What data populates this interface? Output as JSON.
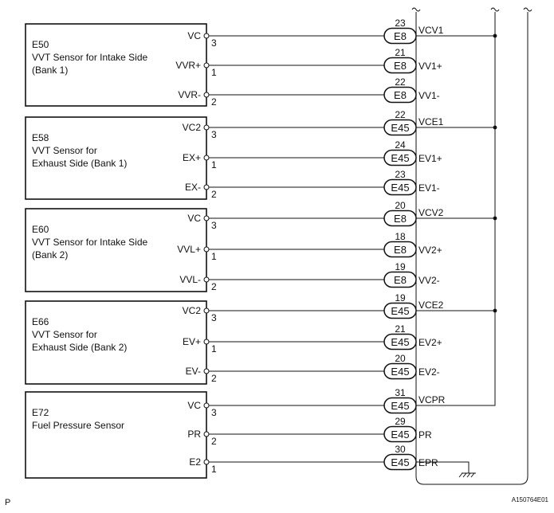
{
  "sensors": [
    {
      "code": "E50",
      "name_lines": [
        "VVT Sensor for Intake Side",
        "(Bank 1)"
      ]
    },
    {
      "code": "E58",
      "name_lines": [
        "VVT Sensor for",
        "Exhaust Side (Bank 1)"
      ]
    },
    {
      "code": "E60",
      "name_lines": [
        "VVT Sensor for Intake Side",
        "(Bank 2)"
      ]
    },
    {
      "code": "E66",
      "name_lines": [
        "VVT Sensor for",
        "Exhaust Side (Bank 2)"
      ]
    },
    {
      "code": "E72",
      "name_lines": [
        "Fuel Pressure Sensor"
      ]
    }
  ],
  "wires": [
    {
      "sensor": 0,
      "terminal": "VC",
      "pin": "3",
      "connector": "E8",
      "ecu_pin": "23",
      "signal": "VCV1"
    },
    {
      "sensor": 0,
      "terminal": "VVR+",
      "pin": "1",
      "connector": "E8",
      "ecu_pin": "21",
      "signal": "VV1+"
    },
    {
      "sensor": 0,
      "terminal": "VVR-",
      "pin": "2",
      "connector": "E8",
      "ecu_pin": "22",
      "signal": "VV1-"
    },
    {
      "sensor": 1,
      "terminal": "VC2",
      "pin": "3",
      "connector": "E45",
      "ecu_pin": "22",
      "signal": "VCE1"
    },
    {
      "sensor": 1,
      "terminal": "EX+",
      "pin": "1",
      "connector": "E45",
      "ecu_pin": "24",
      "signal": "EV1+"
    },
    {
      "sensor": 1,
      "terminal": "EX-",
      "pin": "2",
      "connector": "E45",
      "ecu_pin": "23",
      "signal": "EV1-"
    },
    {
      "sensor": 2,
      "terminal": "VC",
      "pin": "3",
      "connector": "E8",
      "ecu_pin": "20",
      "signal": "VCV2"
    },
    {
      "sensor": 2,
      "terminal": "VVL+",
      "pin": "1",
      "connector": "E8",
      "ecu_pin": "18",
      "signal": "VV2+"
    },
    {
      "sensor": 2,
      "terminal": "VVL-",
      "pin": "2",
      "connector": "E8",
      "ecu_pin": "19",
      "signal": "VV2-"
    },
    {
      "sensor": 3,
      "terminal": "VC2",
      "pin": "3",
      "connector": "E45",
      "ecu_pin": "19",
      "signal": "VCE2"
    },
    {
      "sensor": 3,
      "terminal": "EV+",
      "pin": "1",
      "connector": "E45",
      "ecu_pin": "21",
      "signal": "EV2+"
    },
    {
      "sensor": 3,
      "terminal": "EV-",
      "pin": "2",
      "connector": "E45",
      "ecu_pin": "20",
      "signal": "EV2-"
    },
    {
      "sensor": 4,
      "terminal": "VC",
      "pin": "3",
      "connector": "E45",
      "ecu_pin": "31",
      "signal": "VCPR"
    },
    {
      "sensor": 4,
      "terminal": "PR",
      "pin": "2",
      "connector": "E45",
      "ecu_pin": "29",
      "signal": "PR"
    },
    {
      "sensor": 4,
      "terminal": "E2",
      "pin": "1",
      "connector": "E45",
      "ecu_pin": "30",
      "signal": "EPR"
    }
  ],
  "footer": {
    "left_mark": "P",
    "figure_id": "A150764E01"
  }
}
